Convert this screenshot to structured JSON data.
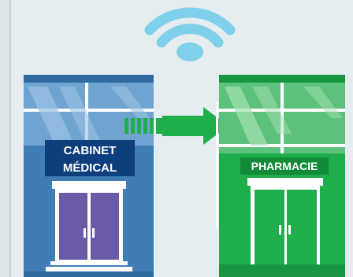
{
  "illustration": {
    "left_building": {
      "sign_line1": "CABINET",
      "sign_line2": "MÉDICAL",
      "color": "#4a87bd",
      "door_color": "#6b5aa8"
    },
    "right_building": {
      "sign": "PHARMACIE",
      "color": "#1fae4b"
    },
    "arrow": {
      "color": "#1fae4b",
      "icon": "arrow-right-icon"
    },
    "wifi": {
      "color": "#7fd0ea",
      "icon": "wifi-icon"
    }
  }
}
